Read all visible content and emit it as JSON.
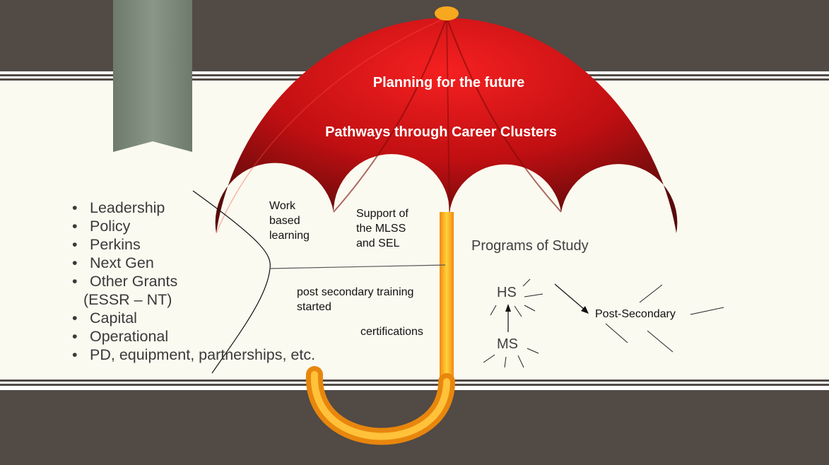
{
  "umbrella": {
    "title": "Planning for the future",
    "subtitle": "Pathways through Career Clusters",
    "scallop_work": "Work\nbased\nlearning",
    "scallop_support": "Support of\nthe MLSS\nand SEL"
  },
  "bullets": [
    {
      "text": "Leadership",
      "bullet": true
    },
    {
      "text": "Policy",
      "bullet": true
    },
    {
      "text": "Perkins",
      "bullet": true
    },
    {
      "text": "Next Gen",
      "bullet": true
    },
    {
      "text": "Other Grants",
      "bullet": true
    },
    {
      "text": "(ESSR – NT)",
      "bullet": false
    },
    {
      "text": "Capital",
      "bullet": true
    },
    {
      "text": "Operational",
      "bullet": true
    },
    {
      "text": "PD, equipment, partnerships, etc.",
      "bullet": true
    }
  ],
  "notes": {
    "post_secondary_training": "post secondary training\nstarted",
    "certifications": "certifications"
  },
  "programs": {
    "heading": "Programs of Study",
    "hs": "HS",
    "ms": "MS",
    "post_secondary": "Post-Secondary"
  },
  "colors": {
    "dark_band": "#514a45",
    "cream": "#fbfaf0",
    "canopy_red": "#c01010",
    "handle_orange": "#f7a81e",
    "bookmark": "#7d8a7c"
  }
}
